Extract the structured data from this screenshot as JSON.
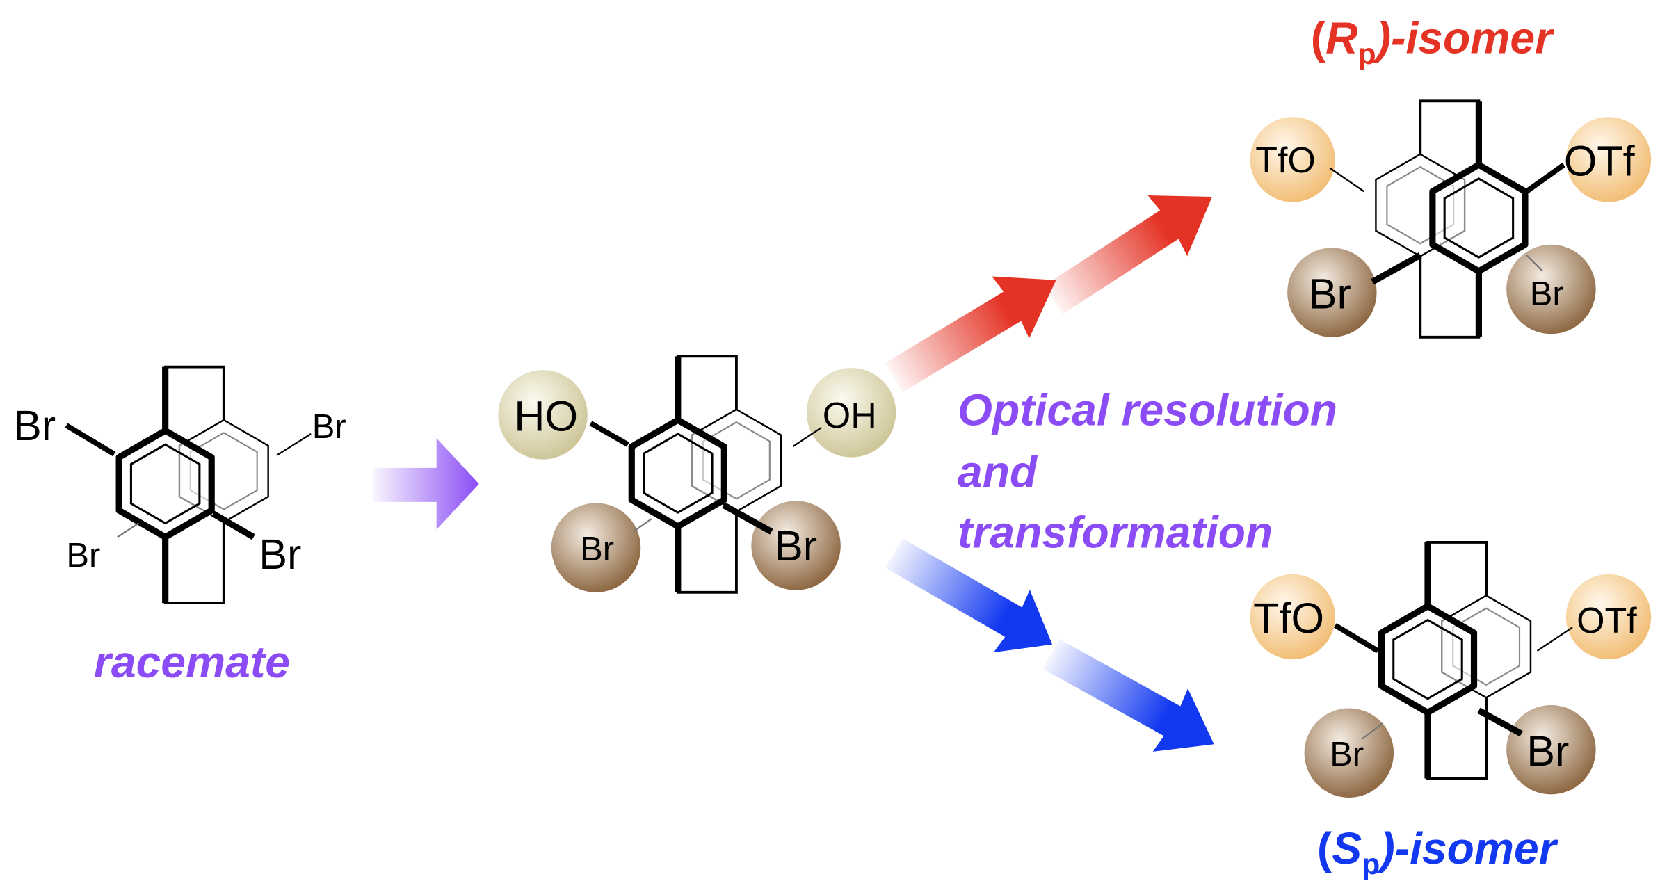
{
  "colors": {
    "purple": "#8b4cf5",
    "red": "#e43224",
    "blue": "#1238f0",
    "oh_glow": "#cfc79a",
    "otf_glow": "#f2bf78",
    "br_glow": "#8f6a45"
  },
  "racemate": {
    "label": "racemate",
    "subs": [
      "Br",
      "Br",
      "Br",
      "Br"
    ]
  },
  "intermediate": {
    "subs": [
      "HO",
      "OH",
      "Br",
      "Br"
    ]
  },
  "process": {
    "line1": "Optical resolution",
    "line2": "and",
    "line3": "transformation"
  },
  "rp": {
    "open": "(",
    "letter": "R",
    "sub": "p",
    "rest": ")-isomer",
    "subs": [
      "TfO",
      "OTf",
      "Br",
      "Br"
    ]
  },
  "sp": {
    "open": "(",
    "letter": "S",
    "sub": "p",
    "rest": ")-isomer",
    "subs": [
      "TfO",
      "OTf",
      "Br",
      "Br"
    ]
  }
}
